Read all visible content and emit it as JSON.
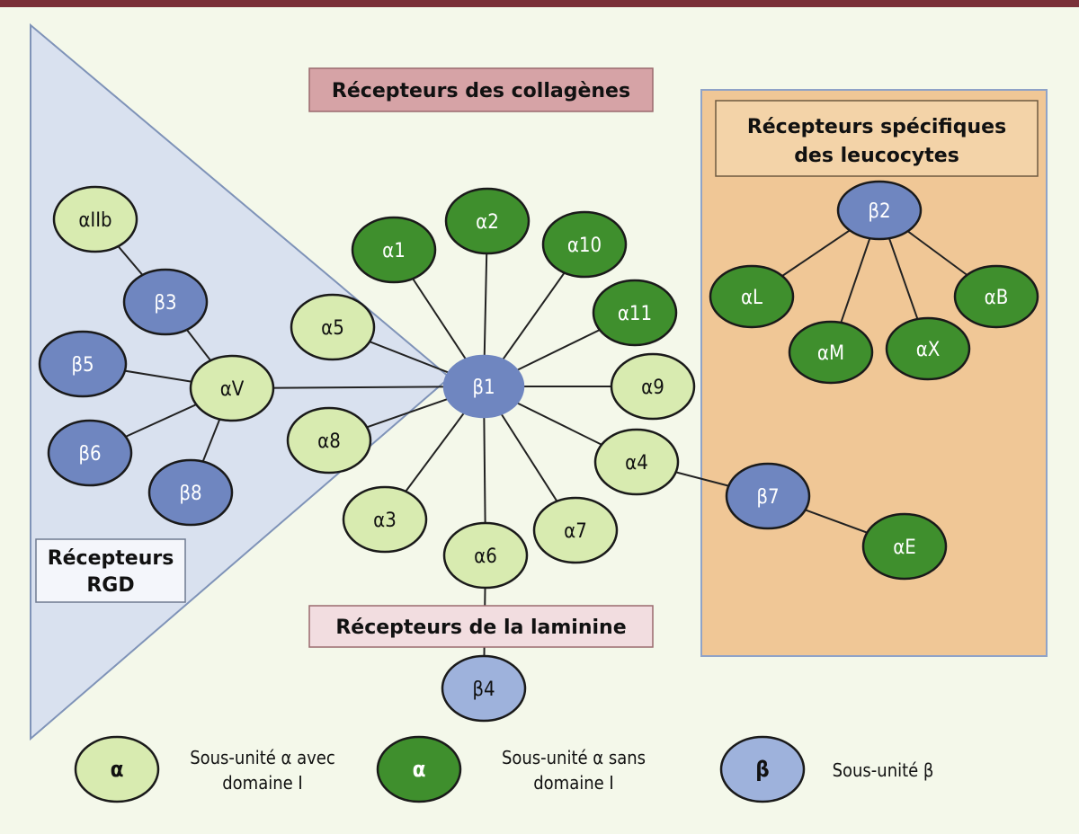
{
  "colors": {
    "alpha_with_I": "#d8ebb0",
    "alpha_without_I": "#3f8f2d",
    "beta": "#6f86c0",
    "beta_light": "#9eb2dc",
    "rgd_zone": "#d9e1ef",
    "leuco_zone": "#f0c796",
    "collagen_box": "#d6a3a6",
    "laminin_box": "#f2dde0",
    "line": "#222222"
  },
  "labels": {
    "collagen": "Récepteurs des collagènes",
    "leuco_line1": "Récepteurs spécifiques",
    "leuco_line2": "des leucocytes",
    "rgd_line1": "Récepteurs",
    "rgd_line2": "RGD",
    "laminin": "Récepteurs de la laminine"
  },
  "nodes": {
    "aIIb": "αIIb",
    "b3": "β3",
    "b5": "β5",
    "aV": "αV",
    "b6": "β6",
    "b8": "β8",
    "a5": "α5",
    "a8": "α8",
    "a1": "α1",
    "a2": "α2",
    "a10": "α10",
    "a11": "α11",
    "b1": "β1",
    "a9": "α9",
    "a4": "α4",
    "a3": "α3",
    "a6": "α6",
    "a7": "α7",
    "b4": "β4",
    "b7": "β7",
    "aE": "αE",
    "b2": "β2",
    "aL": "αL",
    "aM": "αM",
    "aX": "αX",
    "aB": "αB"
  },
  "legend": {
    "alpha_with_symbol": "α",
    "alpha_with_line1": "Sous-unité α avec",
    "alpha_with_line2": "domaine I",
    "alpha_without_symbol": "α",
    "alpha_without_line1": "Sous-unité α sans",
    "alpha_without_line2": "domaine I",
    "beta_symbol": "β",
    "beta_text": "Sous-unité β"
  }
}
